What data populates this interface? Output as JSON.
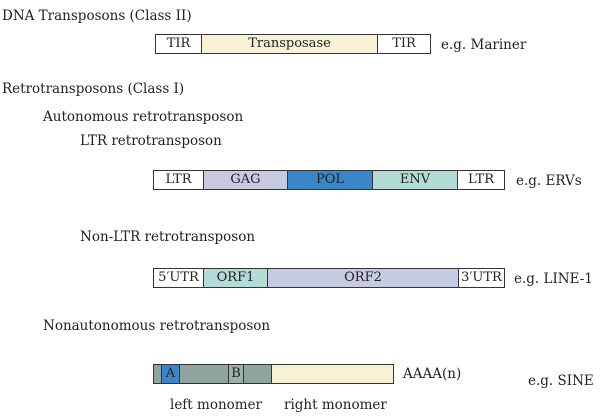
{
  "colors": {
    "border": "#333333",
    "white": "#ffffff",
    "transposase": "#f7f1d6",
    "gag": "#c6cbe2",
    "pol": "#3b86c8",
    "env": "#b2dcd5",
    "orf1": "#b2dcd5",
    "orf2": "#c6cbe2",
    "sine_dark": "#8fa39f",
    "sine_a": "#3b86c8",
    "sine_b": "#9fb0ac",
    "sine_right": "#f7f1d6"
  },
  "dna": {
    "heading": "DNA Transposons (Class II)",
    "segments": [
      "TIR",
      "Transposase",
      "TIR"
    ],
    "example": "e.g. Mariner"
  },
  "retro": {
    "heading": "Retrotransposons (Class I)",
    "autonomous": "Autonomous retrotransposon",
    "ltr": {
      "heading": "LTR retrotransposon",
      "segments": [
        "LTR",
        "GAG",
        "POL",
        "ENV",
        "LTR"
      ],
      "example": "e.g. ERVs"
    },
    "nonltr": {
      "heading": "Non-LTR retrotransposon",
      "segments": [
        "5′UTR",
        "ORF1",
        "ORF2",
        "3′UTR"
      ],
      "example": "e.g. LINE-1"
    },
    "nonauto": {
      "heading": "Nonautonomous retrotransposon",
      "segments": [
        "",
        "A",
        "",
        "B",
        "",
        ""
      ],
      "tail": "AAAA(n)",
      "example": "e.g. SINE",
      "left_label": "left monomer",
      "right_label": "right monomer"
    }
  }
}
